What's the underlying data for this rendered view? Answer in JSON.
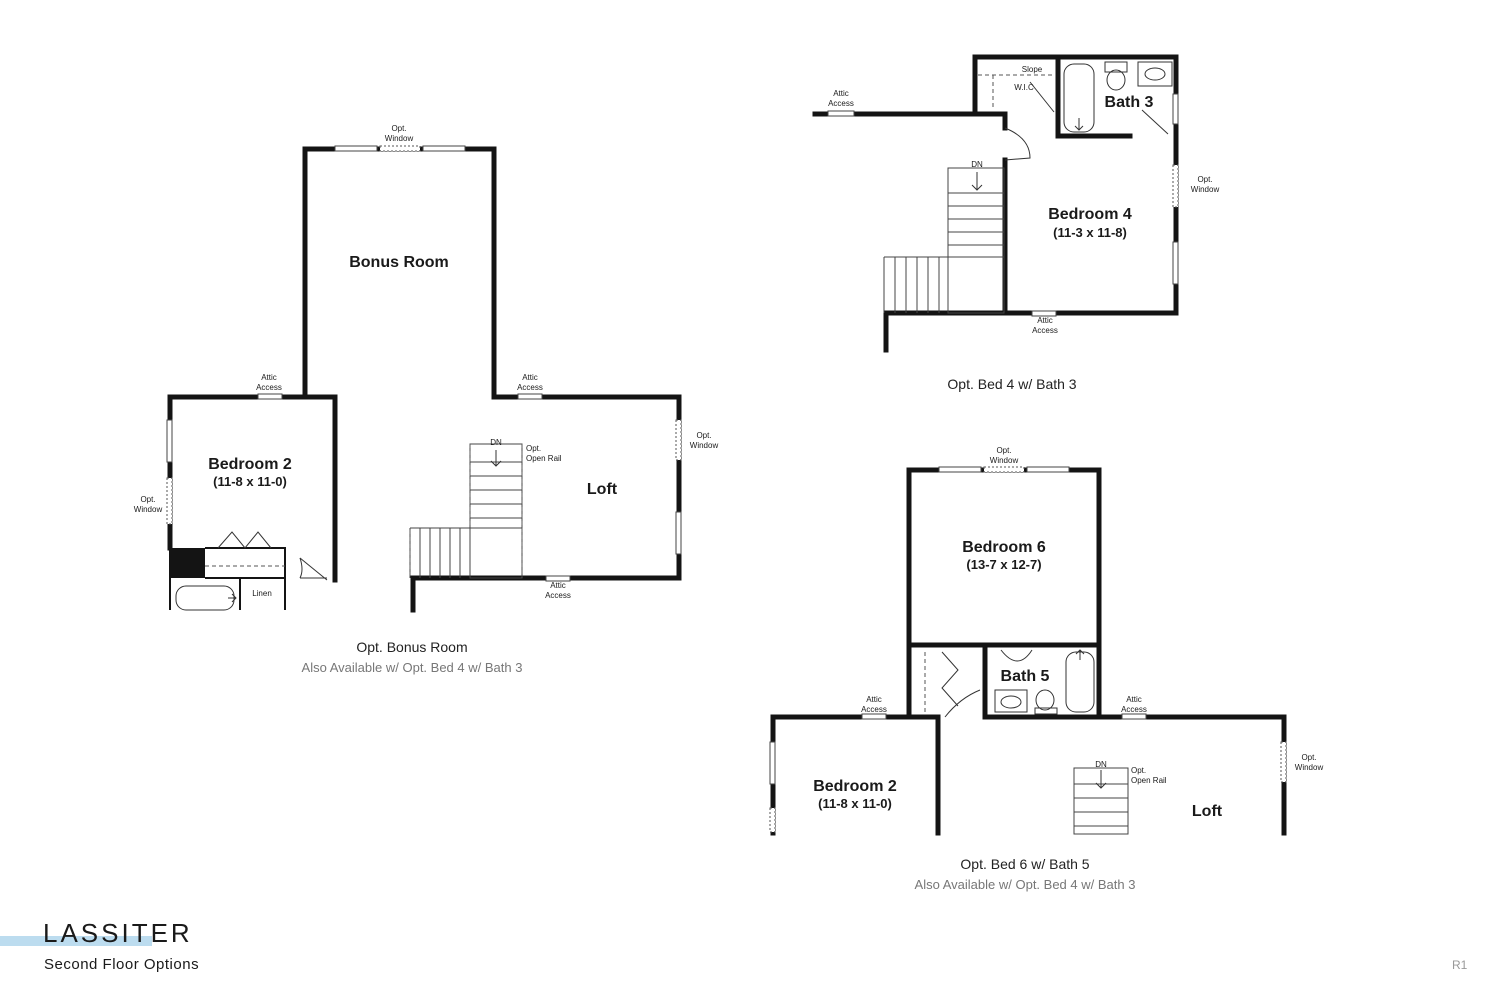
{
  "brand": {
    "name": "LASSITER",
    "subtitle": "Second Floor Options",
    "revision": "R1",
    "accent_color": "#bcdcef"
  },
  "labels": {
    "opt_window": [
      "Opt.",
      "Window"
    ],
    "attic_access": [
      "Attic",
      "Access"
    ],
    "dn": "DN",
    "open_rail": [
      "Opt.",
      "Open Rail"
    ],
    "linen": "Linen",
    "slope": "Slope",
    "wic": "W.I.C"
  },
  "plans": [
    {
      "id": "bonus",
      "caption": "Opt. Bonus Room",
      "subcaption": "Also Available w/ Opt. Bed 4 w/ Bath 3",
      "rooms": [
        {
          "name": "Bonus Room",
          "dims": ""
        },
        {
          "name": "Bedroom 2",
          "dims": "(11-8 x 11-0)"
        },
        {
          "name": "Loft",
          "dims": ""
        }
      ]
    },
    {
      "id": "bed4",
      "caption": "Opt. Bed 4 w/ Bath 3",
      "subcaption": "",
      "rooms": [
        {
          "name": "Bedroom 4",
          "dims": "(11-3 x 11-8)"
        },
        {
          "name": "Bath 3",
          "dims": ""
        }
      ]
    },
    {
      "id": "bed6",
      "caption": "Opt. Bed 6 w/ Bath 5",
      "subcaption": "Also Available w/ Opt. Bed 4 w/ Bath 3",
      "rooms": [
        {
          "name": "Bedroom 6",
          "dims": "(13-7 x 12-7)"
        },
        {
          "name": "Bath 5",
          "dims": ""
        },
        {
          "name": "Bedroom 2",
          "dims": "(11-8 x 11-0)"
        },
        {
          "name": "Loft",
          "dims": ""
        }
      ]
    }
  ]
}
